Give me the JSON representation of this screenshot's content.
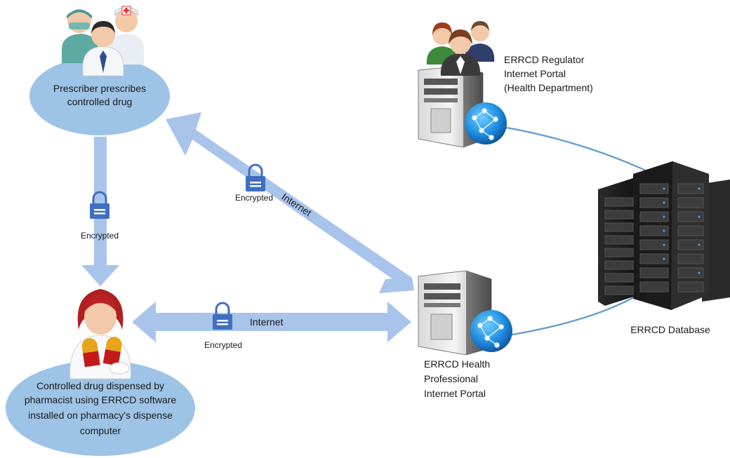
{
  "nodes": {
    "prescriber": {
      "label_lines": [
        "Prescriber prescribes",
        "controlled drug"
      ],
      "icon": "doctors-group-icon"
    },
    "pharmacist": {
      "label_lines": [
        "Controlled drug dispensed by",
        "pharmacist using ERRCD software",
        "installed on pharmacy's dispense",
        "computer"
      ],
      "icon": "pharmacist-icon"
    },
    "regulator_portal": {
      "label_lines": [
        "ERRCD Regulator",
        "Internet Portal",
        "(Health Department)"
      ],
      "icon": "server-with-people-icon"
    },
    "health_portal": {
      "label_lines": [
        "ERRCD Health",
        "Professional",
        "Internet Portal"
      ],
      "icon": "server-globe-icon"
    },
    "database": {
      "label": "ERRCD Database",
      "icon": "server-rack-icon"
    }
  },
  "connections": {
    "prescriber_to_pharmacist": {
      "lock_label": "Encrypted"
    },
    "prescriber_to_portal": {
      "lock_label": "Encrypted",
      "channel_label": "Internet"
    },
    "pharmacist_to_portal": {
      "lock_label": "Encrypted",
      "channel_label": "Internet"
    }
  },
  "colors": {
    "ellipse": "#9dc3e6",
    "arrow": "#a9c4ea",
    "lock": "#3f6fc0",
    "line": "#6a9fd4",
    "text": "#1a1a1a"
  }
}
